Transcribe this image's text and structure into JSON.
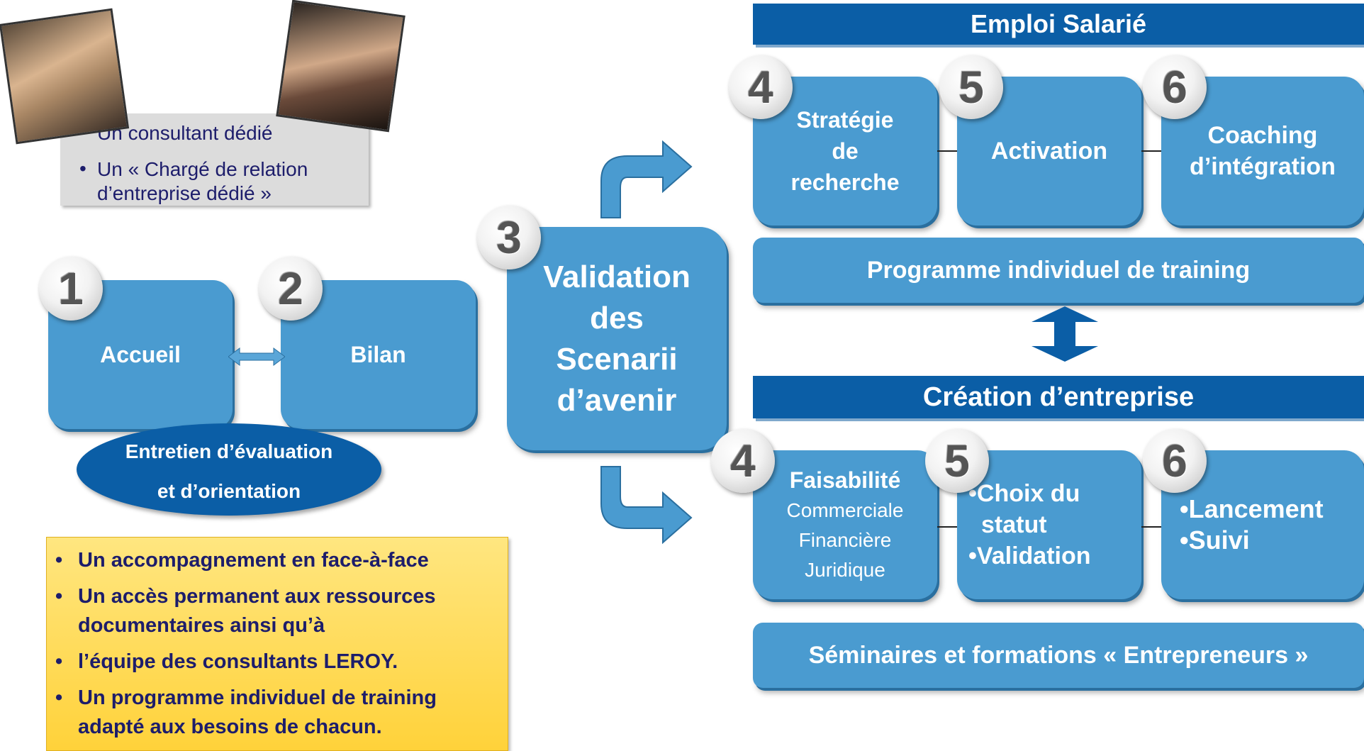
{
  "consultant_box": {
    "line1": "Un consultant dédié",
    "line2a": "Un « Chargé de relation",
    "line2b": "d’entreprise dédié »"
  },
  "steps_left": {
    "n1": "1",
    "accueil": "Accueil",
    "n2": "2",
    "bilan": "Bilan",
    "oval_line1": "Entretien d’évaluation",
    "oval_line2": "et d’orientation"
  },
  "step3": {
    "num": "3",
    "lines": [
      "Validation",
      "des",
      "Scenarii",
      "d’avenir"
    ]
  },
  "emploi": {
    "header": "Emploi Salarié",
    "n4": "4",
    "strategie": [
      "Stratégie",
      "de",
      "recherche"
    ],
    "n5": "5",
    "activation": "Activation",
    "n6": "6",
    "coaching": [
      "Coaching",
      "d’intégration"
    ],
    "training": "Programme individuel de training"
  },
  "creation": {
    "header": "Création d’entreprise",
    "n4": "4",
    "faisabilite": "Faisabilité",
    "sub": [
      "Commerciale",
      "Financière",
      "Juridique"
    ],
    "n5": "5",
    "choix_a": "Choix  du",
    "choix_b": "statut",
    "validation": "Validation",
    "n6": "6",
    "lancement": "Lancement",
    "suivi": "Suivi",
    "seminaires": "Séminaires et formations « Entrepreneurs »"
  },
  "yellow_box": {
    "items": [
      "Un accompagnement en face-à-face",
      "Un accès permanent aux ressources",
      "documentaires ainsi qu’à",
      " l’équipe des consultants LEROY.",
      "Un programme individuel de training",
      "adapté aux besoins de chacun."
    ]
  },
  "colors": {
    "box": "#4a9bd0",
    "header": "#0b5ea6",
    "oval": "#0b5ea6",
    "yellow": "#ffd23a"
  }
}
